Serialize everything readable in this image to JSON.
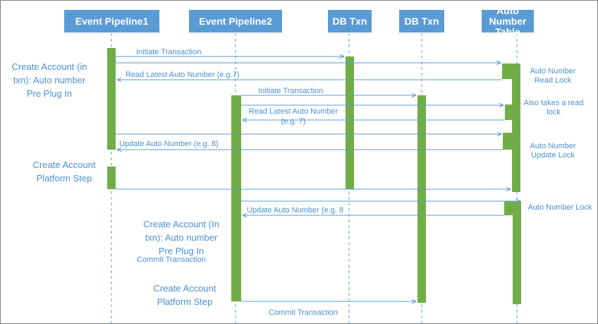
{
  "lifelines": {
    "pipeline1": "Event Pipeline1",
    "pipeline2": "Event Pipeline2",
    "db1": "DB Txn",
    "db2": "DB Txn",
    "table": "Auto Number Table"
  },
  "messages": {
    "m1": "Initiate Transaction",
    "m2": "Read Latest Auto Number (e.g.7)",
    "m3": "Initiate Transaction",
    "m4": "Read Latest Auto Number (e.g. 7)",
    "m5": "Update Auto Number (e.g. 8)",
    "m6": "Update Auto Number (e.g. 8",
    "m7": "Commit Transaction",
    "m8": "Commit Transaction"
  },
  "notes": {
    "n1": "Auto Number Read Lock",
    "n2": "Also takes a read lock",
    "n3": "Auto Number Update Lock",
    "n4": "Auto Number Lock"
  },
  "labels": {
    "l1": "Create Account (in txn): Auto number Pre Plug In",
    "l2": "Create Account Platform Step",
    "l3": "Create Account (In txn): Auto number Pre Plug In",
    "l4": "Create Account Platform Step"
  },
  "colors": {
    "header": "#5b9bd5",
    "activation": "#70ad47",
    "line": "#5b9bd5",
    "text": "#4a90d0"
  }
}
